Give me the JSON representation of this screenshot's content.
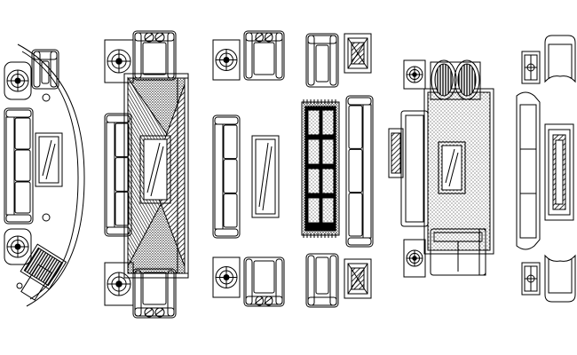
{
  "drawing": {
    "background": "#ffffff",
    "line_color": "#000000",
    "sets": [
      {
        "name": "set-1-curved-sofa-set",
        "items": [
          "curved-sofa",
          "lamp-table",
          "lamp-table",
          "armchair",
          "coffee-table",
          "side-table"
        ]
      },
      {
        "name": "set-2-rug-sofa-set",
        "items": [
          "armchair",
          "armchair",
          "lamp-table",
          "lamp-table",
          "three-seat-sofa",
          "coffee-table",
          "patterned-rug"
        ]
      },
      {
        "name": "set-3-plain-sofa-set",
        "items": [
          "armchair",
          "armchair",
          "lamp-table",
          "lamp-table",
          "three-seat-sofa",
          "coffee-table"
        ]
      },
      {
        "name": "set-4-checker-rug-set",
        "items": [
          "armchair",
          "armchair",
          "square-table",
          "square-table",
          "three-seat-sofa",
          "checker-rug"
        ]
      },
      {
        "name": "set-5-dotted-rug-set",
        "items": [
          "round-chair",
          "round-chair",
          "lamp-table",
          "lamp-table",
          "sofa",
          "two-seat-sofa",
          "coffee-table",
          "dotted-rug"
        ]
      },
      {
        "name": "set-6-classic-sofa-set",
        "items": [
          "classic-armchair",
          "classic-armchair",
          "square-table",
          "square-table",
          "classic-sofa",
          "coffee-table"
        ]
      }
    ]
  }
}
